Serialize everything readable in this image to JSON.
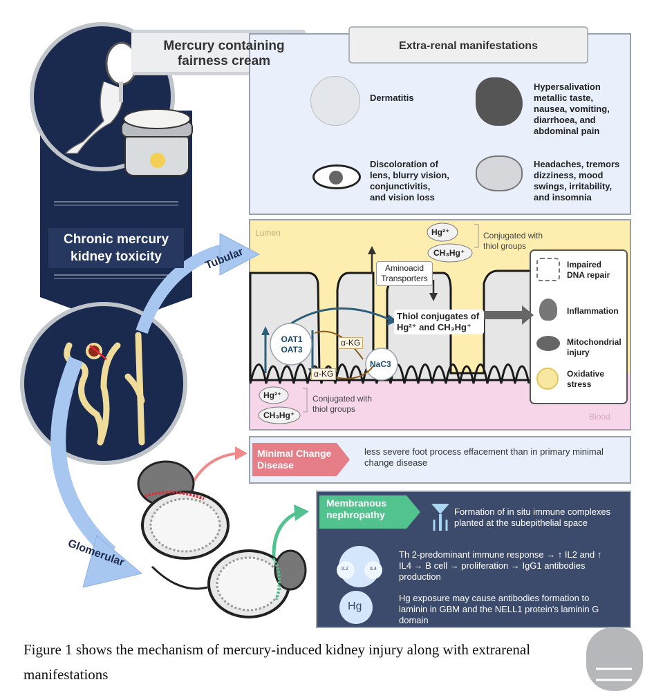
{
  "source_banner": "Mercury containing\nfairness cream",
  "main_title": "Chronic mercury\nkidney toxicity",
  "routes": {
    "tubular": "Tubular",
    "glomerular": "Glomerular"
  },
  "extrarenal": {
    "title": "Extra-renal manifestations",
    "items": [
      {
        "icon": "skin-icon",
        "text": "Dermatitis"
      },
      {
        "icon": "stomach-icon",
        "text": "Hypersalivation\nmetallic taste,\nnausea, vomiting,\ndiarrhoea, and\nabdominal pain"
      },
      {
        "icon": "eye-icon",
        "text": "Discoloration of\nlens, blurry vision,\nconjunctivitis,\nand vision loss"
      },
      {
        "icon": "brain-icon",
        "text": "Headaches, tremors\ndizziness, mood\nswings, irritability,\nand insomnia"
      }
    ]
  },
  "tubular": {
    "lumen": "Lumen",
    "blood": "Blood",
    "hg": "Hg²⁺",
    "ch3hg": "CH₃Hg⁺",
    "conjugated": "Conjugated with\nthiol groups",
    "aminoacid": "Aminoacid\nTransporters",
    "thiol_conjugates": "Thiol conjugates of\nHg²⁺ and CH₃Hg⁺",
    "oat": "OAT1\nOAT3",
    "akg": "α-KG",
    "nac3": "NaC3",
    "effects": [
      {
        "icon": "dna-icon",
        "text": "Impaired\nDNA repair"
      },
      {
        "icon": "flame-icon",
        "text": "Inflammation"
      },
      {
        "icon": "mitochondria-icon",
        "text": "Mitochondrial\ninjury"
      },
      {
        "icon": "lightning-icon",
        "text": "Oxidative\nstress"
      }
    ]
  },
  "mcd": {
    "label": "Minimal Change\nDisease",
    "text": "less severe foot process effacement than in primary minimal\nchange disease"
  },
  "membranous": {
    "label": "Membranous\nnephropathy",
    "points": [
      "Formation of in situ immune complexes\nplanted at the subepithelial space",
      "Th 2-predominant immune response → ↑ IL2 and ↑\nIL4 →  B cell → proliferation → IgG1 antibodies\nproduction",
      "Hg exposure may cause antibodies formation to\nlaminin in GBM and the NELL1 protein's laminin G\ndomain"
    ],
    "il2": "IL2",
    "il4": "IL4",
    "hg_bubble": "Hg"
  },
  "caption": "Figure 1 shows the mechanism of mercury-induced kidney injury along with extrarenal\nmanifestations",
  "colors": {
    "navy": "#1a2a4f",
    "extrarenal_bg": "#e9f0fb",
    "lumen_yellow": "#fdeeb0",
    "blood_pink": "#f7d6ea",
    "mcd_red": "#e57e87",
    "mn_green": "#52c28f",
    "mn_bg": "#3c4a6b",
    "arrow_blue": "#a7c6f0"
  }
}
